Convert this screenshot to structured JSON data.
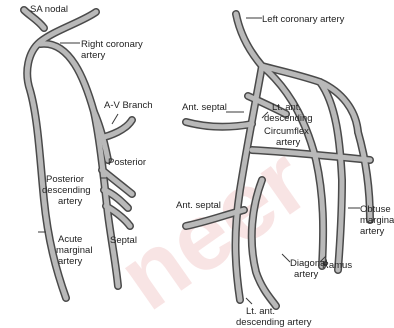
{
  "labels": {
    "sa_nodal": "SA nodal",
    "right_coronary_1": "Right coronary",
    "right_coronary_2": "artery",
    "av_branch": "A-V Branch",
    "posterior": "Posterior",
    "posterior_desc_1": "Posterior",
    "posterior_desc_2": "descending",
    "posterior_desc_3": "artery",
    "septal_right": "Septal",
    "acute_marginal_1": "Acute",
    "acute_marginal_2": "marginal",
    "acute_marginal_3": "artery",
    "left_coronary": "Left coronary artery",
    "ant_septal_upper": "Ant. septal",
    "lt_ant_desc_1": "Lt. ant.",
    "lt_ant_desc_2": "descending",
    "circumflex_1": "Circumflex",
    "circumflex_2": "artery",
    "ant_septal_lower": "Ant. septal",
    "obtuse_marginal_1": "Obtuse",
    "obtuse_marginal_2": "marginal",
    "obtuse_marginal_3": "artery",
    "ramus": "Ramus",
    "diagonal_1": "Diagonal",
    "diagonal_2": "artery",
    "lt_ant_desc_bottom_1": "Lt. ant.",
    "lt_ant_desc_bottom_2": "descending artery"
  },
  "colors": {
    "vessel_fill": "#b9b9b9",
    "vessel_outline": "#4a4a4a",
    "text": "#222222",
    "watermark": "#f3cfcf"
  }
}
